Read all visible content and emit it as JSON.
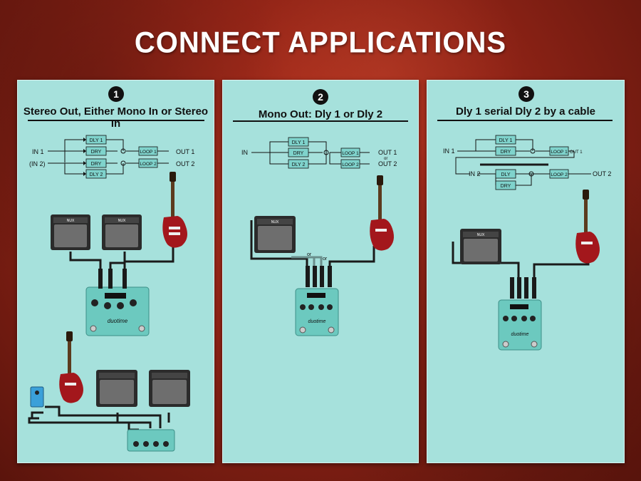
{
  "title": "CONNECT APPLICATIONS",
  "labels": {
    "dly1": "DLY 1",
    "dly2": "DLY 2",
    "dly": "DLY",
    "dry": "DRY",
    "loop1": "LOOP 1",
    "loop2": "LOOP 2",
    "out1": "OUT 1",
    "out2": "OUT 2",
    "in": "IN",
    "in1": "IN 1",
    "in1_paren": "(IN 2)",
    "in2": "IN 2",
    "or": "or",
    "brand": "NUX",
    "pedal_name": "duotime"
  },
  "panels": [
    {
      "number": "1",
      "title": "Stereo Out, Either Mono In or Stereo In"
    },
    {
      "number": "2",
      "title": "Mono Out: Dly 1 or Dly 2"
    },
    {
      "number": "3",
      "title": "Dly 1 serial Dly 2 by a cable"
    }
  ],
  "colors": {
    "panel": "#a6e1dc",
    "box": "#7fd3cc",
    "pedal": "#6cc9bf",
    "guitar": "#a3171c",
    "amp": "#2b2b2b"
  }
}
